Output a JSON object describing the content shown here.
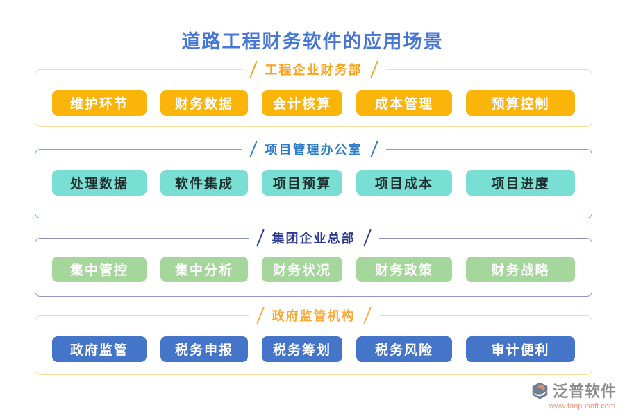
{
  "page": {
    "title": "道路工程财务软件的应用场景",
    "title_color": "#4677D6",
    "background_color": "#FFFFFF"
  },
  "sections": [
    {
      "title": "工程企业财务部",
      "accent_color": "#F9A21B",
      "box_border_color": "#F6DD9B",
      "button_color": "#FBB409",
      "button_text_color": "#FFFFFF",
      "items": [
        "维护环节",
        "财务数据",
        "会计核算",
        "成本管理",
        "预算控制"
      ]
    },
    {
      "title": "项目管理办公室",
      "accent_color": "#2E7EC7",
      "box_border_color": "#6FA7DB",
      "button_color": "#79DED4",
      "button_text_color": "#21302E",
      "items": [
        "处理数据",
        "软件集成",
        "项目预算",
        "项目成本",
        "项目进度"
      ]
    },
    {
      "title": "集团企业总部",
      "accent_color": "#2B3990",
      "box_border_color": "#8E93BB",
      "button_color": "#A5D69C",
      "button_text_color": "#FFFFFF",
      "items": [
        "集中管控",
        "集中分析",
        "财务状况",
        "财务政策",
        "财务战略"
      ]
    },
    {
      "title": "政府监管机构",
      "accent_color": "#F9AA3B",
      "box_border_color": "#F6DD9B",
      "button_color": "#4575C8",
      "button_text_color": "#FFFFFF",
      "items": [
        "政府监管",
        "税务申报",
        "税务筹划",
        "税务风险",
        "审计便利"
      ]
    }
  ],
  "footer": {
    "brand": "泛普软件",
    "url": "www.fanpusoft.com",
    "brand_color": "#8C8C8C",
    "url_color": "#E89A85",
    "logo_colors": {
      "body": "#6E7D90",
      "leaf": "#DD8C72"
    }
  }
}
